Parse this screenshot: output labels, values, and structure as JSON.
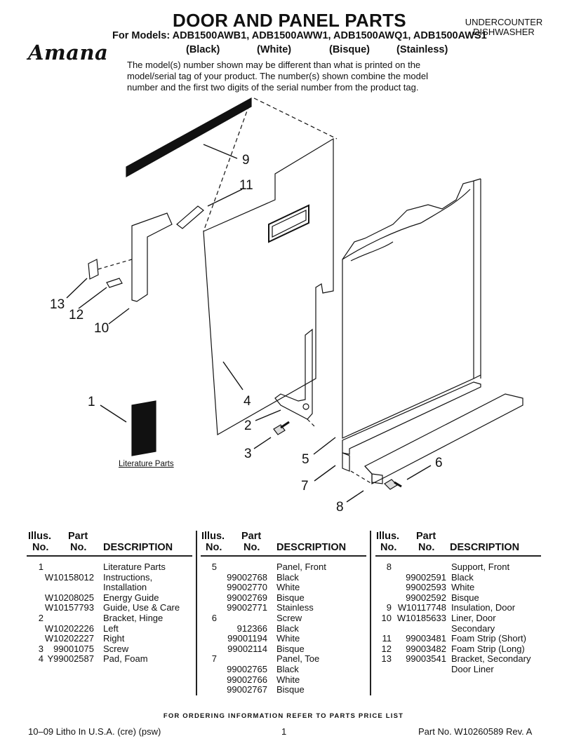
{
  "header": {
    "title": "DOOR AND PANEL PARTS",
    "category_line1": "UNDERCOUNTER",
    "category_line2": "DISHWASHER",
    "models": "For Models: ADB1500AWB1, ADB1500AWW1, ADB1500AWQ1, ADB1500AWS1",
    "colors": [
      "(Black)",
      "(White)",
      "(Bisque)",
      "(Stainless)"
    ],
    "brand": "Amana",
    "intro": "The model(s) number shown may be different than what is printed on the model/serial tag of your product. The number(s) shown combine the model number and the first two digits of the serial number from the product tag."
  },
  "diagram": {
    "callouts": [
      "1",
      "2",
      "3",
      "4",
      "5",
      "6",
      "7",
      "8",
      "9",
      "10",
      "11",
      "12",
      "13"
    ],
    "literature_label": "Literature Parts"
  },
  "table": {
    "headers": {
      "illus1": "Illus.",
      "illus2": "No.",
      "part1": "Part",
      "part2": "No.",
      "desc": "DESCRIPTION"
    },
    "col1": [
      {
        "illus": "1",
        "part": "",
        "desc": "Literature Parts"
      },
      {
        "illus": "",
        "part": "W10158012",
        "desc": "Instructions,"
      },
      {
        "illus": "",
        "part": "",
        "desc": "Installation"
      },
      {
        "illus": "",
        "part": "W10208025",
        "desc": "Energy Guide"
      },
      {
        "illus": "",
        "part": "W10157793",
        "desc": "Guide, Use & Care"
      },
      {
        "illus": "2",
        "part": "",
        "desc": "Bracket, Hinge"
      },
      {
        "illus": "",
        "part": "W10202226",
        "desc": "Left"
      },
      {
        "illus": "",
        "part": "W10202227",
        "desc": "Right"
      },
      {
        "illus": "3",
        "part": "99001075",
        "desc": "Screw"
      },
      {
        "illus": "4",
        "part": "Y99002587",
        "desc": "Pad, Foam"
      }
    ],
    "col2": [
      {
        "illus": "5",
        "part": "",
        "desc": "Panel, Front"
      },
      {
        "illus": "",
        "part": "99002768",
        "desc": "Black"
      },
      {
        "illus": "",
        "part": "99002770",
        "desc": "White"
      },
      {
        "illus": "",
        "part": "99002769",
        "desc": "Bisque"
      },
      {
        "illus": "",
        "part": "99002771",
        "desc": "Stainless"
      },
      {
        "illus": "6",
        "part": "",
        "desc": "Screw"
      },
      {
        "illus": "",
        "part": "912366",
        "desc": "Black"
      },
      {
        "illus": "",
        "part": "99001194",
        "desc": "White"
      },
      {
        "illus": "",
        "part": "99002114",
        "desc": "Bisque"
      },
      {
        "illus": "7",
        "part": "",
        "desc": "Panel, Toe"
      },
      {
        "illus": "",
        "part": "99002765",
        "desc": "Black"
      },
      {
        "illus": "",
        "part": "99002766",
        "desc": "White"
      },
      {
        "illus": "",
        "part": "99002767",
        "desc": "Bisque"
      }
    ],
    "col3": [
      {
        "illus": "8",
        "part": "",
        "desc": "Support, Front"
      },
      {
        "illus": "",
        "part": "99002591",
        "desc": "Black"
      },
      {
        "illus": "",
        "part": "99002593",
        "desc": "White"
      },
      {
        "illus": "",
        "part": "99002592",
        "desc": "Bisque"
      },
      {
        "illus": "9",
        "part": "W10117748",
        "desc": "Insulation, Door"
      },
      {
        "illus": "10",
        "part": "W10185633",
        "desc": "Liner, Door"
      },
      {
        "illus": "",
        "part": "",
        "desc": "Secondary"
      },
      {
        "illus": "11",
        "part": "99003481",
        "desc": "Foam Strip (Short)"
      },
      {
        "illus": "12",
        "part": "99003482",
        "desc": "Foam Strip (Long)"
      },
      {
        "illus": "13",
        "part": "99003541",
        "desc": "Bracket, Secondary"
      },
      {
        "illus": "",
        "part": "",
        "desc": "Door Liner"
      }
    ]
  },
  "footer": {
    "ordering": "FOR ORDERING INFORMATION REFER TO PARTS PRICE LIST",
    "litho": "10–09 Litho In U.S.A. (cre) (psw)",
    "page": "1",
    "part_no": "Part No. W10260589 Rev. A"
  }
}
